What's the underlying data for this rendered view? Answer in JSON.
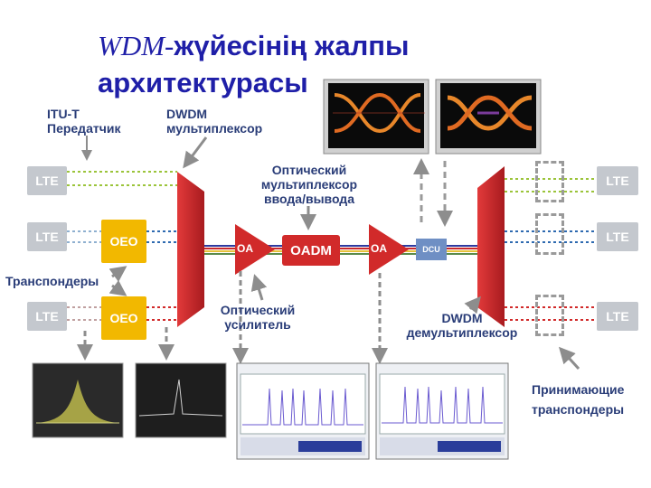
{
  "title": {
    "prefix": "WDM-",
    "rest": "жүйесінің жалпы архитектурасы"
  },
  "labels": {
    "itu": "ITU-T\nПередатчик",
    "dwdm_mux": "DWDM\nмультиплексор",
    "oadm_desc": "Оптический\nмультиплексор\nввода/вывода",
    "transponders": "Транспондеры",
    "amp_desc": "Оптический\nусилитель",
    "dwdm_demux": "DWDM\nдемультиплексор",
    "rx_transponders": "Принимающие\nтранспондеры"
  },
  "boxes": {
    "lte": "LTE",
    "oeo": "OEO",
    "oa": "OA",
    "oadm": "OADM",
    "dcu": "DCU"
  },
  "colors": {
    "title": "#1f1fa8",
    "label": "#2a3d78",
    "mux": "#c8282c",
    "oeo": "#f2b800",
    "lte": "#c4c8ce"
  }
}
